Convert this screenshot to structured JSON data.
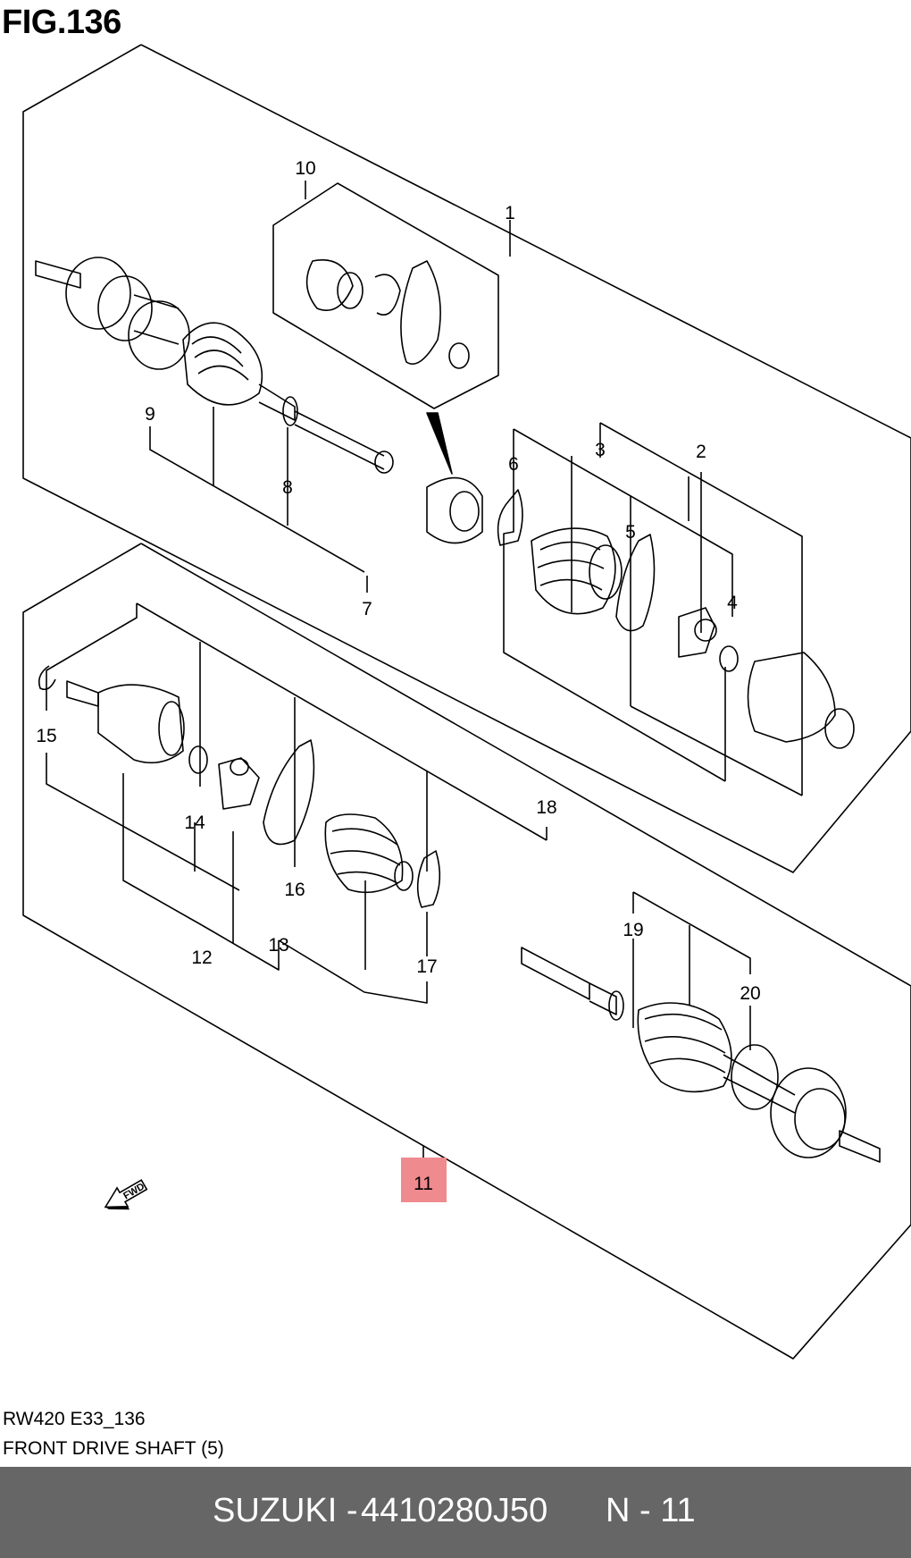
{
  "figure": {
    "title": "FIG.136"
  },
  "callouts": [
    {
      "id": "c1",
      "label": "1"
    },
    {
      "id": "c2",
      "label": "2"
    },
    {
      "id": "c3",
      "label": "3"
    },
    {
      "id": "c4",
      "label": "4"
    },
    {
      "id": "c5",
      "label": "5"
    },
    {
      "id": "c6",
      "label": "6"
    },
    {
      "id": "c7",
      "label": "7"
    },
    {
      "id": "c8",
      "label": "8"
    },
    {
      "id": "c9",
      "label": "9"
    },
    {
      "id": "c10",
      "label": "10"
    },
    {
      "id": "c11",
      "label": "11",
      "highlighted": true
    },
    {
      "id": "c12",
      "label": "12"
    },
    {
      "id": "c13",
      "label": "13"
    },
    {
      "id": "c14",
      "label": "14"
    },
    {
      "id": "c15",
      "label": "15"
    },
    {
      "id": "c16",
      "label": "16"
    },
    {
      "id": "c17",
      "label": "17"
    },
    {
      "id": "c18",
      "label": "18"
    },
    {
      "id": "c19",
      "label": "19"
    },
    {
      "id": "c20",
      "label": "20"
    }
  ],
  "fwd_label": "FWD",
  "caption": {
    "code": "RW420 E33_136",
    "title": "FRONT DRIVE SHAFT (5)"
  },
  "footer": {
    "brand": "SUZUKI -",
    "part_number": "4410280J50",
    "ref": "N - 11"
  },
  "colors": {
    "highlight": "#ef8a8f",
    "footer_bg": "#666666",
    "line": "#000000"
  },
  "icons": [
    "fwd-arrow-icon"
  ]
}
